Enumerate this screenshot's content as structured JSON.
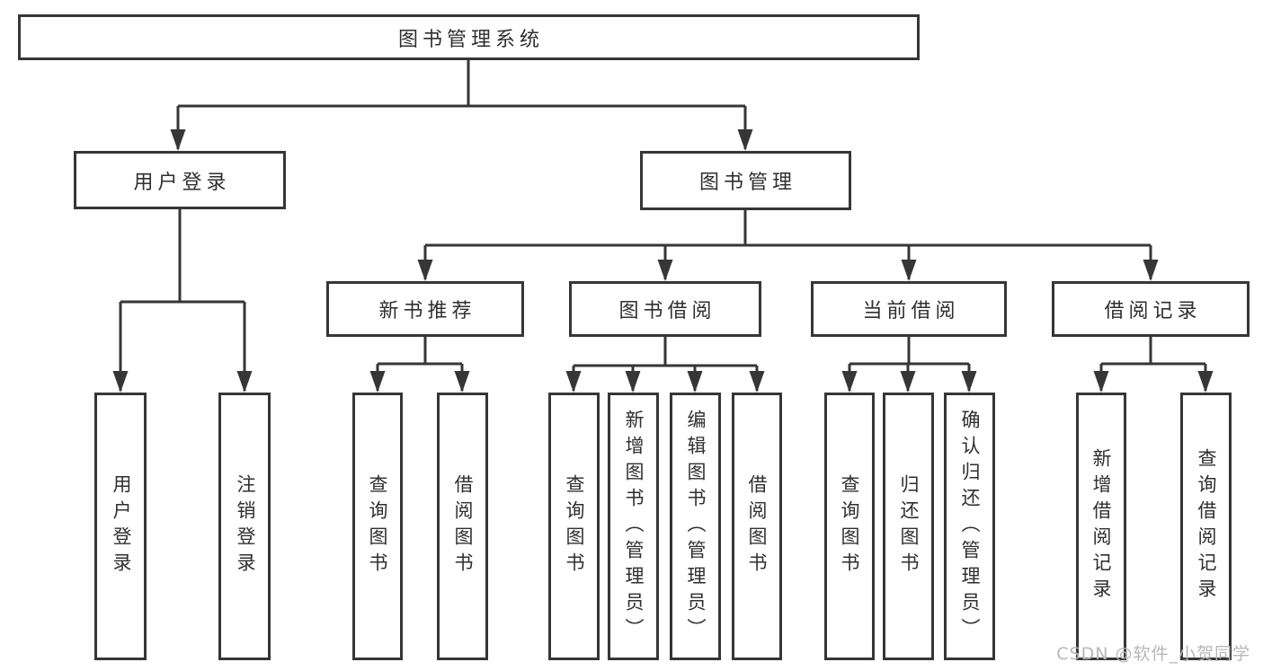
{
  "diagram_type": "hierarchy-tree",
  "colors": {
    "line": "#363636",
    "box_border": "#363636",
    "box_fill": "#ffffff",
    "text": "#2f2f2f",
    "watermark": "#b5b7bb",
    "background": "#ffffff"
  },
  "tree": {
    "root": {
      "label": "图书管理系统"
    },
    "branches": [
      {
        "label": "用户登录",
        "children": [
          {
            "label": "用户登录"
          },
          {
            "label": "注销登录"
          }
        ]
      },
      {
        "label": "图书管理",
        "children": [
          {
            "label": "新书推荐",
            "children": [
              {
                "label": "查询图书"
              },
              {
                "label": "借阅图书"
              }
            ]
          },
          {
            "label": "图书借阅",
            "children": [
              {
                "label": "查询图书"
              },
              {
                "label": "新增图书（管理员）"
              },
              {
                "label": "编辑图书（管理员）"
              },
              {
                "label": "借阅图书"
              }
            ]
          },
          {
            "label": "当前借阅",
            "children": [
              {
                "label": "查询图书"
              },
              {
                "label": "归还图书"
              },
              {
                "label": "确认归还（管理员）"
              }
            ]
          },
          {
            "label": "借阅记录",
            "children": [
              {
                "label": "新增借阅记录"
              },
              {
                "label": "查询借阅记录"
              }
            ]
          }
        ]
      }
    ]
  },
  "watermark": {
    "text": "CSDN @软件_小贺同学"
  }
}
